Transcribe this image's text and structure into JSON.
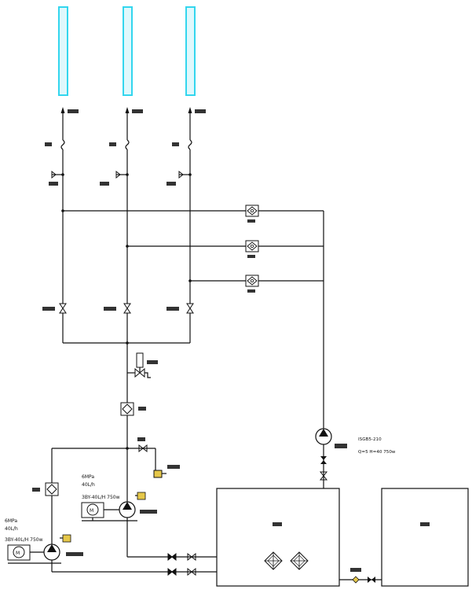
{
  "colors": {
    "line": "#111111",
    "column_outline": "#33d6ee",
    "column_fill": "#dff8fc",
    "gauge_accent": "#e6c84a",
    "background": "#ffffff"
  },
  "pump_label_1": {
    "line1": "6MPa",
    "line2": "40L/h",
    "line3": "3BY-40L/H 750w"
  },
  "pump_label_2": {
    "line1": "6MPa",
    "line2": "40L/h",
    "line3": "3BY-40L/H 750w"
  },
  "feed_pump_label": {
    "line1": "ISGB5-210",
    "line2": "Q=5 H=40 750w"
  },
  "icons": {
    "check_valve": "check-valve-symbol",
    "gate_valve": "bowtie-valve-symbol",
    "pump": "pump-circle-symbol",
    "motor": "motor-M-symbol",
    "filter": "diamond-filter-symbol",
    "flow_arrow": "arrow-up-symbol"
  }
}
